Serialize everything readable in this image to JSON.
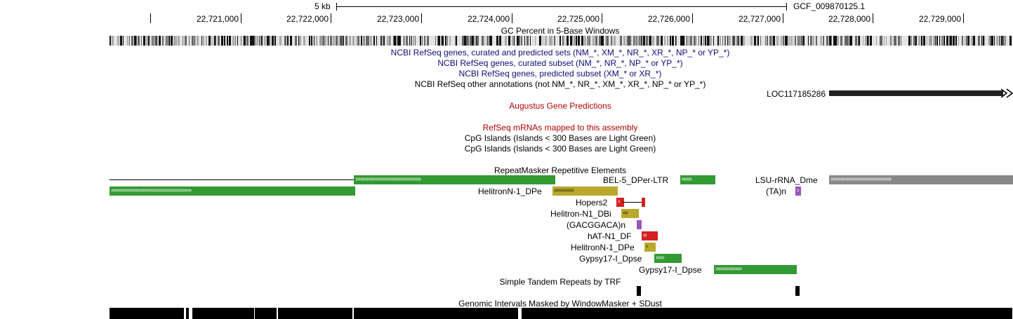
{
  "ruler": {
    "scale_label": "5 kb",
    "assembly": "GCF_009870125.1",
    "positions": [
      "22,721,000",
      "22,722,000",
      "22,723,000",
      "22,724,000",
      "22,725,000",
      "22,726,000",
      "22,727,000",
      "22,728,000",
      "22,729,000"
    ]
  },
  "tracks": {
    "gc_percent": "GC Percent in 5-Base Windows",
    "refseq_all": "NCBI RefSeq genes, curated and predicted sets (NM_*, XM_*, NR_*, XR_*, NP_* or YP_*)",
    "refseq_curated": "NCBI RefSeq genes, curated subset (NM_*, NR_*, NP_* or YP_*)",
    "refseq_predicted": "NCBI RefSeq genes, predicted subset (XM_* or XR_*)",
    "refseq_other": "NCBI RefSeq other annotations (not NM_*, NR_*, XM_*, XR_*, NP_* or YP_*)",
    "augustus": "Augustus Gene Predictions",
    "refseq_mrna": "RefSeq mRNAs mapped to this assembly",
    "cpg1": "CpG Islands (Islands < 300 Bases are Light Green)",
    "cpg2": "CpG Islands (Islands < 300 Bases are Light Green)",
    "repeatmasker": "RepeatMasker Repetitive Elements",
    "trf": "Simple Tandem Repeats by TRF",
    "windowmasker": "Genomic Intervals Masked by WindowMasker + SDust"
  },
  "gene_label": "LOC117185286",
  "repeats": {
    "bel5": "BEL-5_DPer-LTR",
    "lsu": "LSU-rRNA_Dme",
    "helitron1": "HelitronN-1_DPe",
    "ta": "(TA)n",
    "hopers2": "Hopers2",
    "helitron_dbi": "Helitron-N1_DBi",
    "gacggaca": "(GACGGACA)n",
    "hat": "hAT-N1_DF",
    "helitron2": "HelitronN-1_DPe",
    "gypsy1": "Gypsy17-I_Dpse",
    "gypsy2": "Gypsy17-I_Dpse"
  },
  "arrows": {
    "right": "›",
    "left": "‹"
  },
  "colors": {
    "ltr_green": "#339933",
    "helitron_olive": "#b8a82c",
    "dna_red": "#d32222",
    "simple_purple": "#9955bb",
    "rrna_gray": "#888888"
  }
}
